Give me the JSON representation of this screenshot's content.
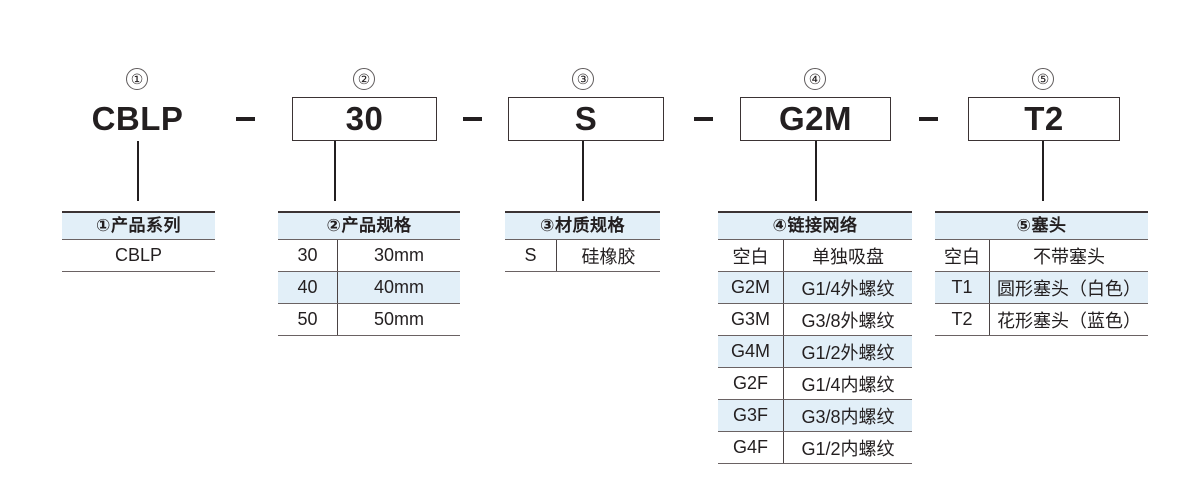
{
  "code_line": {
    "segments": [
      {
        "marker": "①",
        "value": "CBLP",
        "boxed": false
      },
      {
        "marker": "②",
        "value": "30",
        "boxed": true
      },
      {
        "marker": "③",
        "value": "S",
        "boxed": true
      },
      {
        "marker": "④",
        "value": "G2M",
        "boxed": true
      },
      {
        "marker": "⑤",
        "value": "T2",
        "boxed": true
      }
    ],
    "separator": "-"
  },
  "colors": {
    "header_bg": "#e2eff8",
    "row_alt_bg": "#e2eff8",
    "line": "#231f20",
    "border": "#3b3334"
  },
  "tables": [
    {
      "title": "①产品系列",
      "marker": "①",
      "rows": [
        {
          "code": "",
          "desc": "CBLP",
          "full_width": true
        }
      ]
    },
    {
      "title": "②产品规格",
      "marker": "②",
      "rows": [
        {
          "code": "30",
          "desc": "30mm"
        },
        {
          "code": "40",
          "desc": "40mm"
        },
        {
          "code": "50",
          "desc": "50mm"
        }
      ]
    },
    {
      "title": "③材质规格",
      "marker": "③",
      "rows": [
        {
          "code": "S",
          "desc": "硅橡胶"
        }
      ]
    },
    {
      "title": "④链接网络",
      "marker": "④",
      "rows": [
        {
          "code": "空白",
          "desc": "单独吸盘"
        },
        {
          "code": "G2M",
          "desc": "G1/4外螺纹"
        },
        {
          "code": "G3M",
          "desc": "G3/8外螺纹"
        },
        {
          "code": "G4M",
          "desc": "G1/2外螺纹"
        },
        {
          "code": "G2F",
          "desc": "G1/4内螺纹"
        },
        {
          "code": "G3F",
          "desc": "G3/8内螺纹"
        },
        {
          "code": "G4F",
          "desc": "G1/2内螺纹"
        }
      ]
    },
    {
      "title": "⑤塞头",
      "marker": "⑤",
      "rows": [
        {
          "code": "空白",
          "desc": "不带塞头"
        },
        {
          "code": "T1",
          "desc": "圆形塞头（白色）"
        },
        {
          "code": "T2",
          "desc": "花形塞头（蓝色）"
        }
      ]
    }
  ]
}
